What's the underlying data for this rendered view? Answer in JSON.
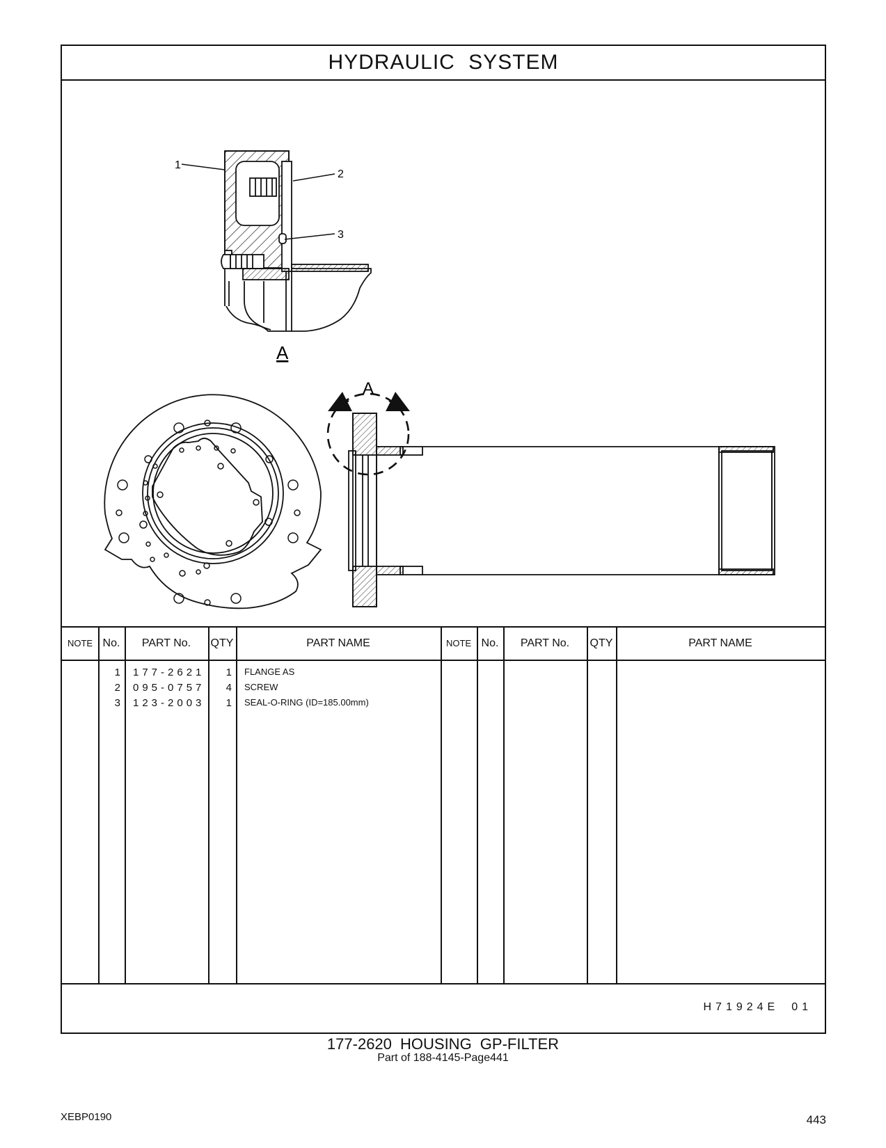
{
  "header": {
    "title": "HYDRAULIC   SYSTEM"
  },
  "drawing": {
    "callouts": [
      "1",
      "2",
      "3"
    ],
    "view_label": "A",
    "section_label": "A"
  },
  "parts_table": {
    "columns": [
      "NOTE",
      "No.",
      "PART No.",
      "QTY",
      "PART NAME",
      "NOTE",
      "No.",
      "PART No.",
      "QTY",
      "PART NAME"
    ],
    "rows": [
      {
        "no": "1",
        "part_no": "177-2621",
        "qty": "1",
        "name": "FLANGE  AS"
      },
      {
        "no": "2",
        "part_no": "095-0757",
        "qty": "4",
        "name": "SCREW"
      },
      {
        "no": "3",
        "part_no": "123-2003",
        "qty": "1",
        "name": "SEAL-O-RING (ID=185.00mm)"
      }
    ],
    "illustration_code": "H71924E",
    "revision": "01"
  },
  "caption": {
    "title": "177-2620  HOUSING  GP-FILTER",
    "subtitle": "Part of 188-4145-Page441"
  },
  "footer": {
    "doc_id": "XEBP0190",
    "page_number": "443"
  }
}
